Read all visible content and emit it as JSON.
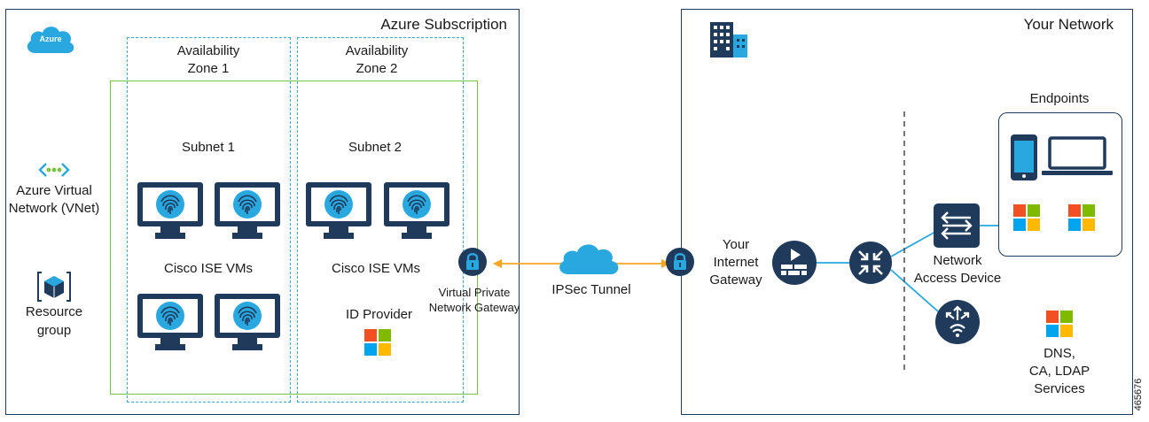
{
  "azure": {
    "title": "Azure Subscription",
    "logo_text": "Azure",
    "zone1": [
      "Availability",
      "Zone 1"
    ],
    "zone2": [
      "Availability",
      "Zone 2"
    ],
    "subnet1": "Subnet 1",
    "subnet2": "Subnet 2",
    "vms1": "Cisco ISE VMs",
    "vms2": "Cisco ISE VMs",
    "id_provider": "ID Provider",
    "vnet": [
      "Azure Virtual",
      "Network (VNet)"
    ],
    "resource_group": [
      "Resource",
      "group"
    ],
    "vpn_gateway": [
      "Virtual Private",
      "Network Gateway"
    ]
  },
  "tunnel": {
    "label": "IPSec Tunnel"
  },
  "network": {
    "title": "Your Network",
    "gateway": [
      "Your",
      "Internet",
      "Gateway"
    ],
    "endpoints": "Endpoints",
    "nad": [
      "Network",
      "Access Device"
    ],
    "services": [
      "DNS,",
      "CA, LDAP",
      "Services"
    ]
  },
  "figure_id": "465676",
  "colors": {
    "box_border": "#1f3a5a",
    "zone_border": "#3aa8d8",
    "subnet_border": "#7dc242",
    "icon_navy": "#1f3a5a",
    "icon_cyan": "#29a8e0",
    "arrow": "#f5a623",
    "ms_red": "#f25022",
    "ms_green": "#7fba00",
    "ms_blue": "#00a4ef",
    "ms_yellow": "#ffb900"
  }
}
